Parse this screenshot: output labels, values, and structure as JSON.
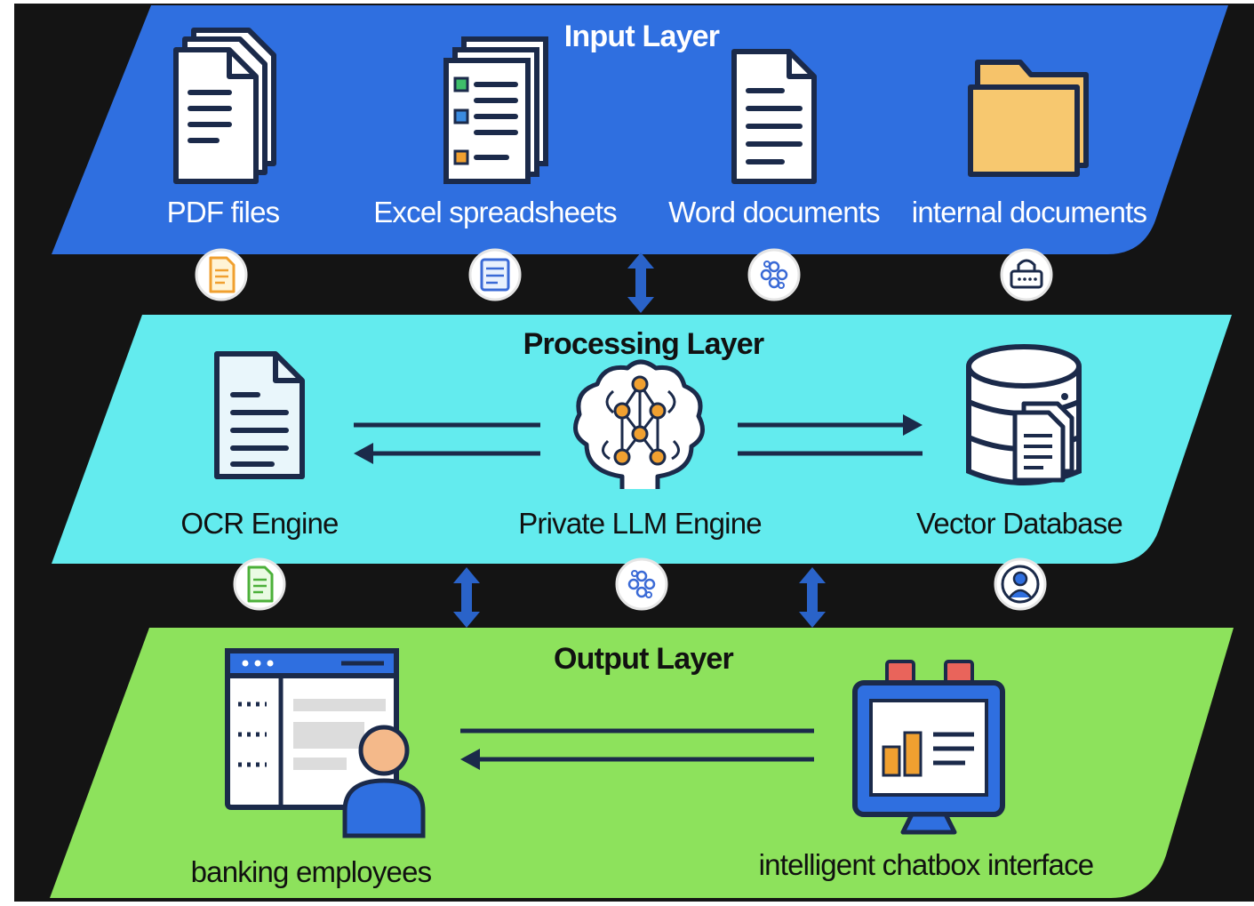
{
  "layers": {
    "input": {
      "title": "Input Layer",
      "color": "#2f6fe0",
      "items": [
        "PDF files",
        "Excel spreadsheets",
        "Word documents",
        "internal documents"
      ]
    },
    "processing": {
      "title": "Processing Layer",
      "color": "#63ebee",
      "items": [
        "OCR Engine",
        "Private LLM Engine",
        "Vector Database"
      ]
    },
    "output": {
      "title": "Output Layer",
      "color": "#8de25c",
      "items": [
        "banking employees",
        "intelligent chatbox interface"
      ]
    }
  },
  "colors": {
    "background": "#141414",
    "navy": "#1b2a4a",
    "folder": "#f6c36a",
    "accent_red": "#e9645b"
  },
  "icons": {
    "input": [
      "pdf-stack-icon",
      "spreadsheet-stack-icon",
      "word-document-icon",
      "folder-icon"
    ],
    "input_badges": [
      "document-badge-icon",
      "form-badge-icon",
      "network-badge-icon",
      "lock-badge-icon"
    ],
    "processing": [
      "ocr-document-icon",
      "brain-network-icon",
      "database-documents-icon"
    ],
    "processing_badges": [
      "text-document-badge-icon",
      "network-badge-icon",
      "user-badge-icon"
    ],
    "output": [
      "browser-user-icon",
      "dashboard-monitor-icon"
    ],
    "connectors": [
      "double-arrow-icon",
      "arrow-left-icon",
      "arrow-right-icon"
    ]
  }
}
